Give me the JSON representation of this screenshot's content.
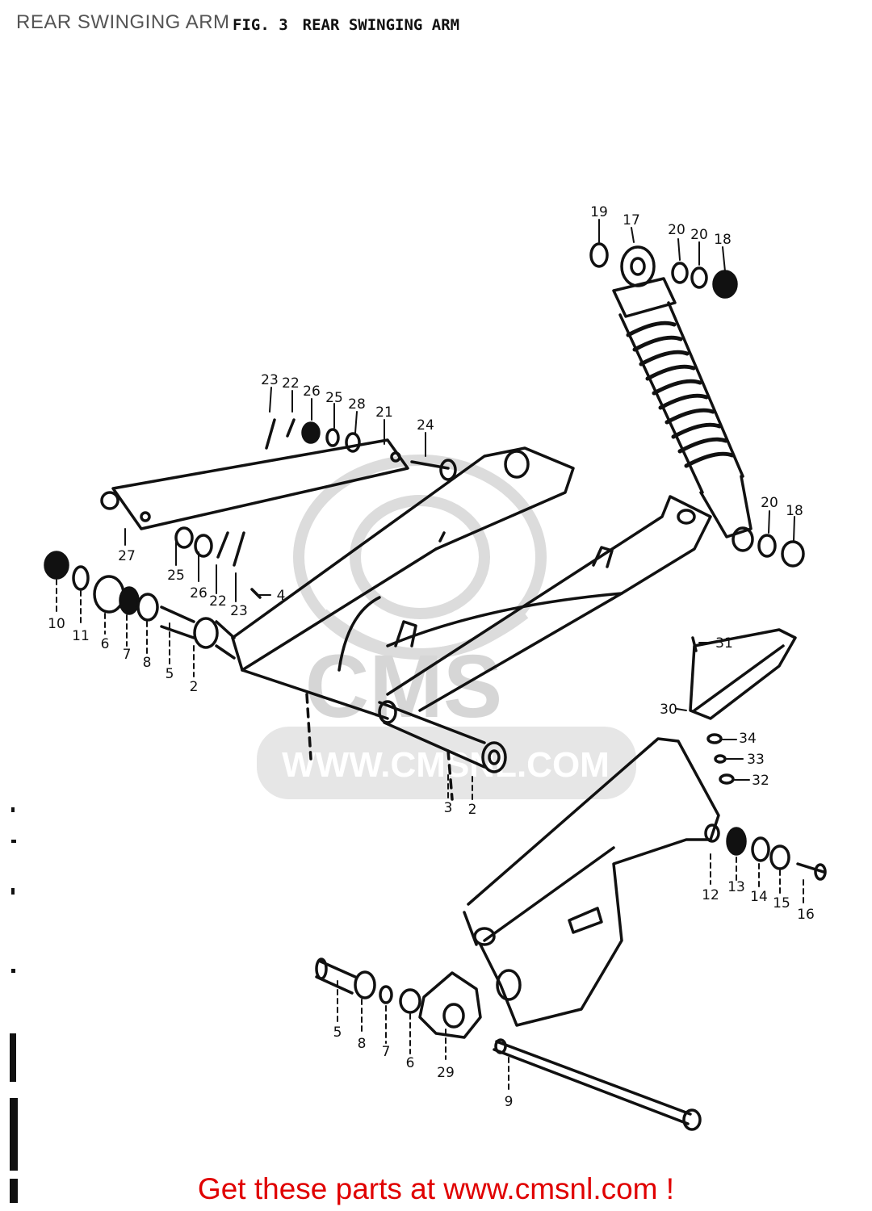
{
  "page": {
    "title": "REAR SWINGING ARM"
  },
  "figure": {
    "fig_number": "FIG. 3",
    "fig_label": "REAR SWINGING ARM"
  },
  "watermark": {
    "brand": "CMS",
    "url": "WWW.CMSNL.COM"
  },
  "footer": {
    "link_text": "Get these parts at www.cmsnl.com !"
  },
  "callouts": [
    "19",
    "17",
    "20",
    "20",
    "18",
    "23",
    "22",
    "26",
    "25",
    "28",
    "21",
    "24",
    "20",
    "18",
    "27",
    "25",
    "26",
    "22",
    "23",
    "4",
    "10",
    "11",
    "6",
    "7",
    "8",
    "5",
    "2",
    "31",
    "30",
    "34",
    "33",
    "32",
    "3",
    "2",
    "12",
    "13",
    "14",
    "15",
    "16",
    "5",
    "8",
    "7",
    "6",
    "29",
    "9"
  ]
}
